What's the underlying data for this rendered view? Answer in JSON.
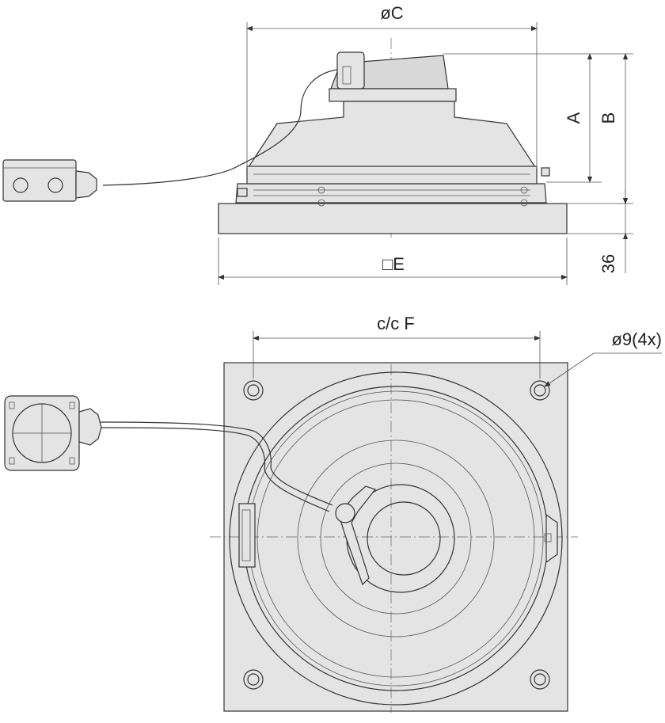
{
  "dimensions": {
    "diam_c": "øC",
    "a": "A",
    "b": "B",
    "e": "□E",
    "h36": "36",
    "cc_f": "c/c F",
    "hole": "ø9(4x)"
  },
  "colors": {
    "line": "#333333",
    "fill": "#e4e4e4",
    "background": "#ffffff"
  }
}
